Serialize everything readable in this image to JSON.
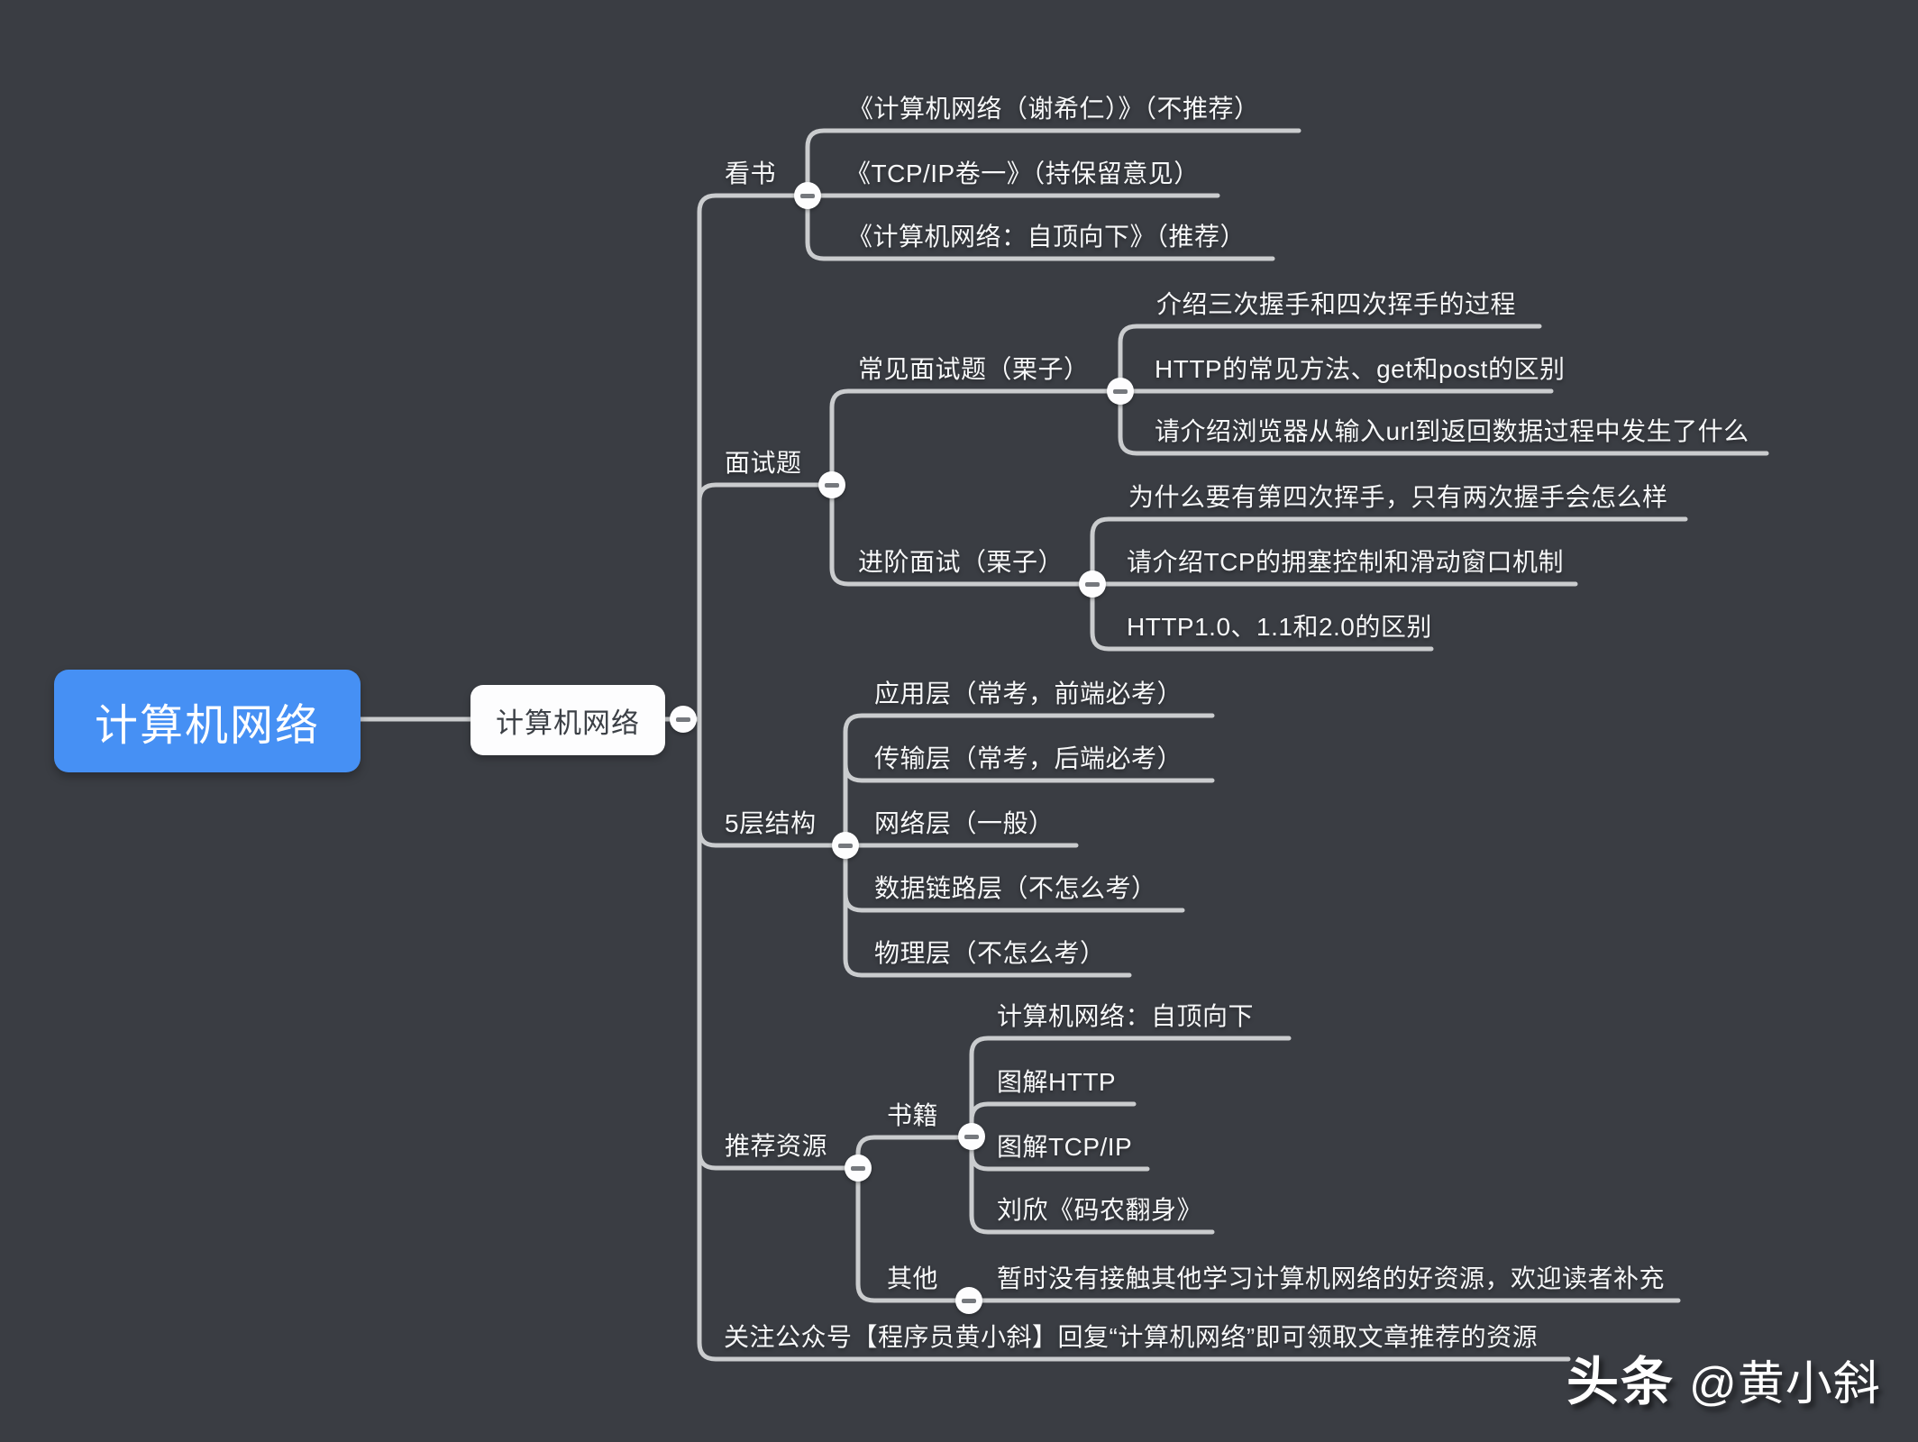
{
  "colors": {
    "background": "#3a3d43",
    "line": "#caccce",
    "node_text": "#f7f8f9",
    "accent_blue": "#4690f4",
    "center_text": "#3c4046"
  },
  "map": {
    "root_label": "计算机网络",
    "center_label": "计算机网络",
    "branches": [
      {
        "label": "看书",
        "children": [
          {
            "label": "《计算机网络（谢希仁）》（不推荐）"
          },
          {
            "label": "《TCP/IP卷一》（持保留意见）"
          },
          {
            "label": "《计算机网络：自顶向下》（推荐）"
          }
        ]
      },
      {
        "label": "面试题",
        "children": [
          {
            "label": "常见面试题（栗子）",
            "children": [
              {
                "label": "介绍三次握手和四次挥手的过程"
              },
              {
                "label": "HTTP的常见方法、get和post的区别"
              },
              {
                "label": "请介绍浏览器从输入url到返回数据过程中发生了什么"
              }
            ]
          },
          {
            "label": "进阶面试（栗子）",
            "children": [
              {
                "label": "为什么要有第四次挥手，只有两次握手会怎么样"
              },
              {
                "label": "请介绍TCP的拥塞控制和滑动窗口机制"
              },
              {
                "label": "HTTP1.0、1.1和2.0的区别"
              }
            ]
          }
        ]
      },
      {
        "label": "5层结构",
        "children": [
          {
            "label": "应用层（常考，前端必考）"
          },
          {
            "label": "传输层（常考，后端必考）"
          },
          {
            "label": "网络层（一般）"
          },
          {
            "label": "数据链路层（不怎么考）"
          },
          {
            "label": "物理层（不怎么考）"
          }
        ]
      },
      {
        "label": "推荐资源",
        "children": [
          {
            "label": "书籍",
            "children": [
              {
                "label": "计算机网络：自顶向下"
              },
              {
                "label": "图解HTTP"
              },
              {
                "label": "图解TCP/IP"
              },
              {
                "label": "刘欣《码农翻身》"
              }
            ]
          },
          {
            "label": "其他",
            "children": [
              {
                "label": "暂时没有接触其他学习计算机网络的好资源，欢迎读者补充"
              }
            ]
          }
        ]
      },
      {
        "label": "关注公众号【程序员黄小斜】回复“计算机网络”即可领取文章推荐的资源"
      }
    ]
  },
  "watermark": {
    "brand": "头条",
    "author": "@黄小斜"
  }
}
